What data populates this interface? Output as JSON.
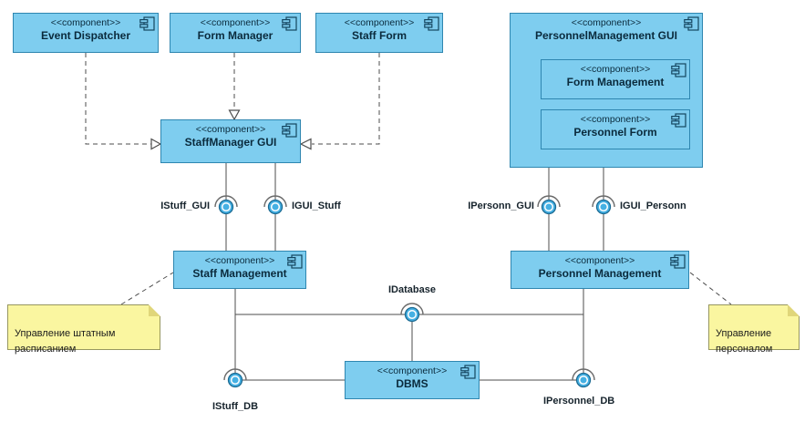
{
  "colors": {
    "component-fill": "#7ECDEF",
    "component-border": "#2E86B0",
    "text": "#0A2A3C",
    "note-fill": "#FAF6A0",
    "note-border": "#97975F",
    "note-fold": "#E0D67A",
    "line": "#4D4D4D",
    "ball-fill": "#45B0E3",
    "ball-stroke": "#1B6A92"
  },
  "stereotype": "<<component>>",
  "components": {
    "event_dispatcher": "Event Dispatcher",
    "form_manager": "Form Manager",
    "staff_form": "Staff Form",
    "personnelmanagement_gui": "PersonnelManagement GUI",
    "form_management": "Form Management",
    "personnel_form": "Personnel Form",
    "staffmanager_gui": "StaffManager GUI",
    "staff_management": "Staff Management",
    "personnel_management": "Personnel Management",
    "dbms": "DBMS"
  },
  "interfaces": {
    "istuff_gui": "IStuff_GUI",
    "igui_stuff": "IGUI_Stuff",
    "ipersonn_gui": "IPersonn_GUI",
    "igui_personn": "IGUI_Personn",
    "idatabase": "IDatabase",
    "istuff_db": "IStuff_DB",
    "ipersonnel_db": "IPersonnel_DB"
  },
  "notes": {
    "staff": "Управление штатным\nрасписанием",
    "personnel": "Управление\nперсоналом"
  }
}
